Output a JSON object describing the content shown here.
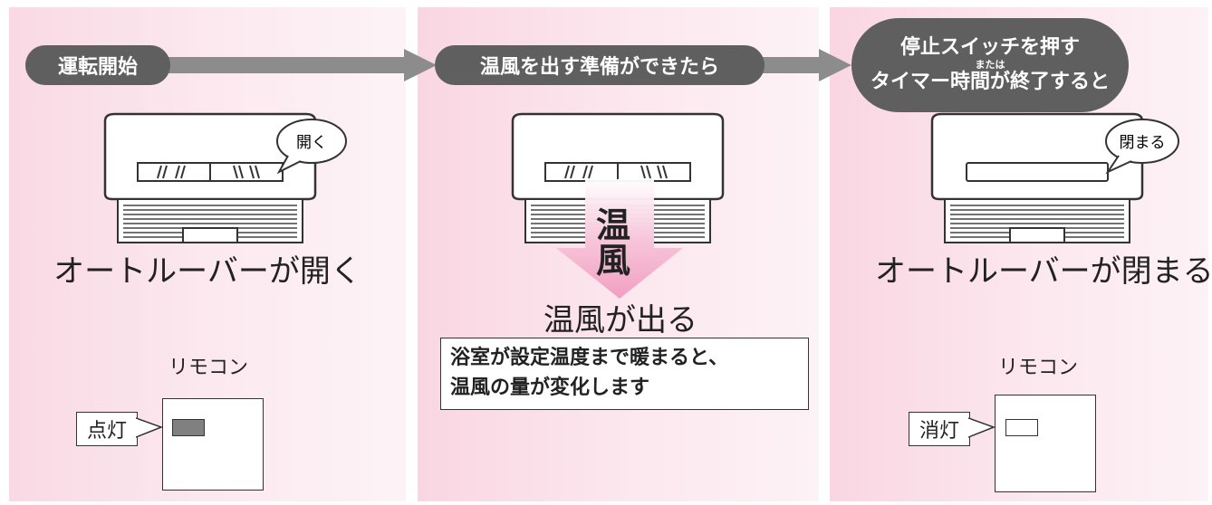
{
  "steps": [
    {
      "label": "運転開始",
      "bubble": "開く",
      "caption": "オートルーバーが開く",
      "remote_title": "リモコン",
      "lamp_label": "点灯",
      "lamp_state": "on"
    },
    {
      "label": "温風を出す準備ができたら",
      "air_top": "温",
      "air_bottom": "風",
      "caption": "温風が出る",
      "note_line1": "浴室が設定温度まで暖まると、",
      "note_line2": "温風の量が変化します"
    },
    {
      "label_line1": "停止スイッチを押す",
      "label_line2": "または",
      "label_line3": "タイマー時間が終了すると",
      "bubble": "閉まる",
      "caption": "オートルーバーが閉まる",
      "remote_title": "リモコン",
      "lamp_label": "消灯",
      "lamp_state": "off"
    }
  ],
  "colors": {
    "panel_pink": "#f9d9e4",
    "pill_gray": "#5f5f5f",
    "arrow_gray": "#8c8c8c",
    "lamp_on": "#808080",
    "lamp_off": "#ffffff",
    "warm_air": "#f2a6c6"
  }
}
